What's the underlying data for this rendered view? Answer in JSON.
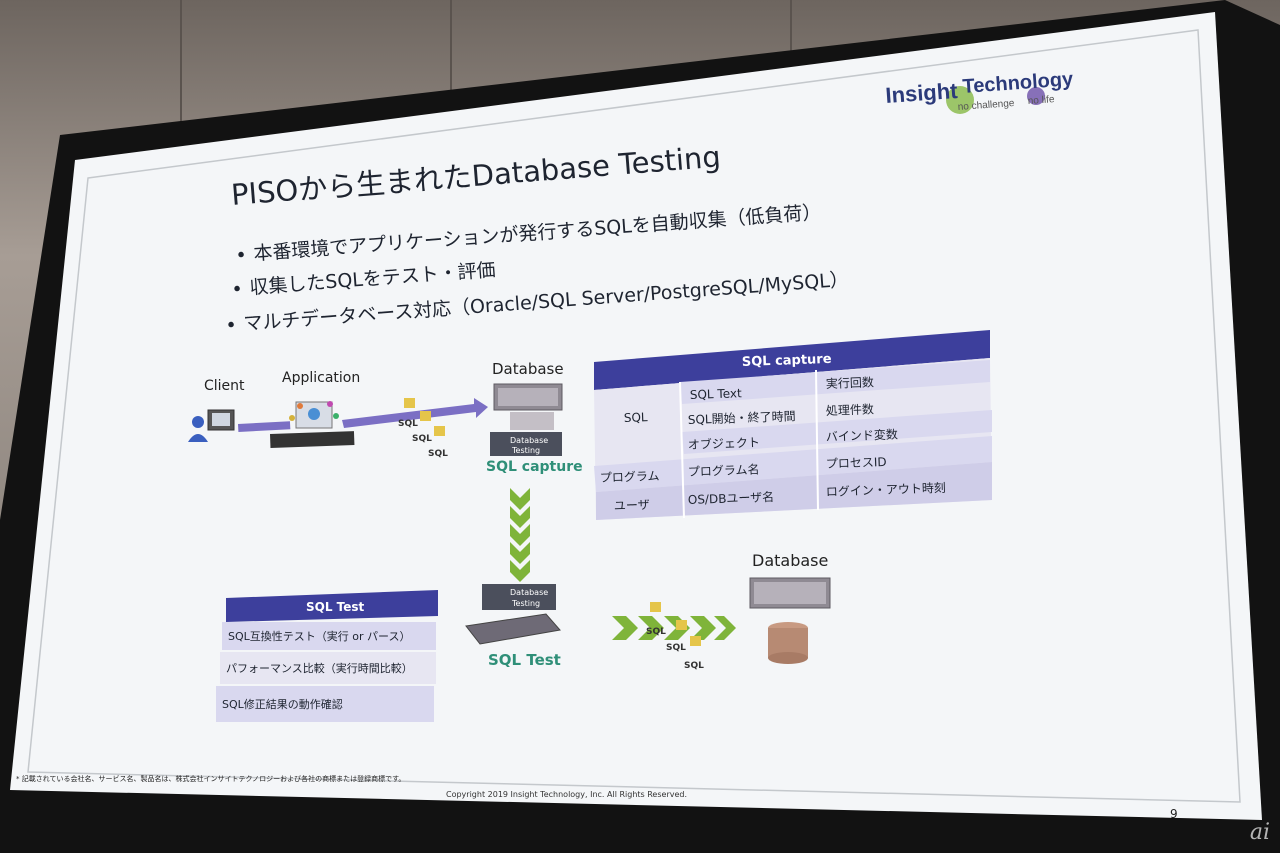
{
  "logo": {
    "brand": "Insight",
    "brand2": "Technology",
    "tagline_a": "no challenge",
    "tagline_b": "no life"
  },
  "slide": {
    "title": "PISOから生まれたDatabase Testing",
    "subtitle": "SQLを自動収集（低負荷）",
    "subtitle_lead": "本番環境でアプリケーションが発行する",
    "bullets": [
      "本番環境でアプリケーションが発行するSQLを自動収集（低負荷）",
      "収集したSQLをテスト・評価",
      "マルチデータベース対応（Oracle/SQL Server/PostgreSQL/MySQL）"
    ],
    "page_number": "9"
  },
  "diagram": {
    "client": "Client",
    "application": "Application",
    "database_top": "Database",
    "database_bottom": "Database",
    "sql": "SQL",
    "capture_label": "SQL capture",
    "test_label": "SQL Test",
    "product_label_a": "Database",
    "product_label_b": "Testing"
  },
  "capture_table": {
    "header": "SQL capture",
    "rows": [
      {
        "group": "SQL",
        "item": "SQL Text",
        "value": "実行回数"
      },
      {
        "group": "",
        "item": "SQL開始・終了時間",
        "value": "処理件数"
      },
      {
        "group": "",
        "item": "オブジェクト",
        "value": "バインド変数"
      },
      {
        "group": "プログラム",
        "item": "プログラム名",
        "value": "プロセスID"
      },
      {
        "group": "ユーザ",
        "item": "OS/DBユーザ名",
        "value": "ログイン・アウト時刻"
      }
    ]
  },
  "test_table": {
    "header": "SQL Test",
    "rows": [
      "SQL互換性テスト（実行 or パース）",
      "パフォーマンス比較（実行時間比較）",
      "SQL修正結果の動作確認"
    ]
  },
  "footer": {
    "note": "* 記載されている会社名、サービス名、製品名は、株式会社インサイトテクノロジーおよび各社の商標または登録商標です。",
    "copyright": "Copyright 2019 Insight Technology, Inc. All Rights Reserved."
  },
  "watermark": "ai",
  "colors": {
    "header_blue": "#3d3f9c",
    "row_light": "#d9d8ef",
    "arrow_purple": "#7b6fc4",
    "arrow_green": "#7fb43a"
  }
}
